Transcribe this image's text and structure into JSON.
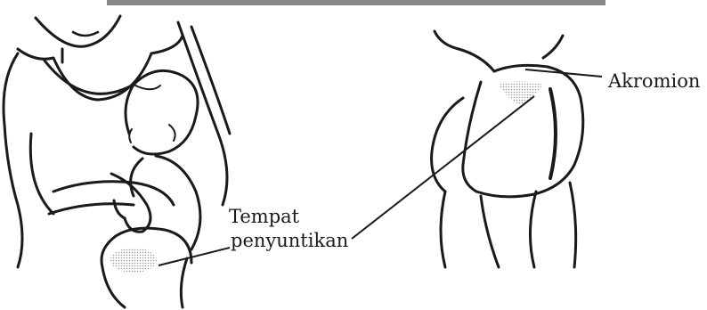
{
  "labels": {
    "akromion": "Akromion",
    "injection_site_line1": "Tempat",
    "injection_site_line2": "penyuntikan"
  },
  "colors": {
    "ink": "#1a1a1a",
    "shading": "#b0b0b0",
    "background": "#ffffff"
  }
}
